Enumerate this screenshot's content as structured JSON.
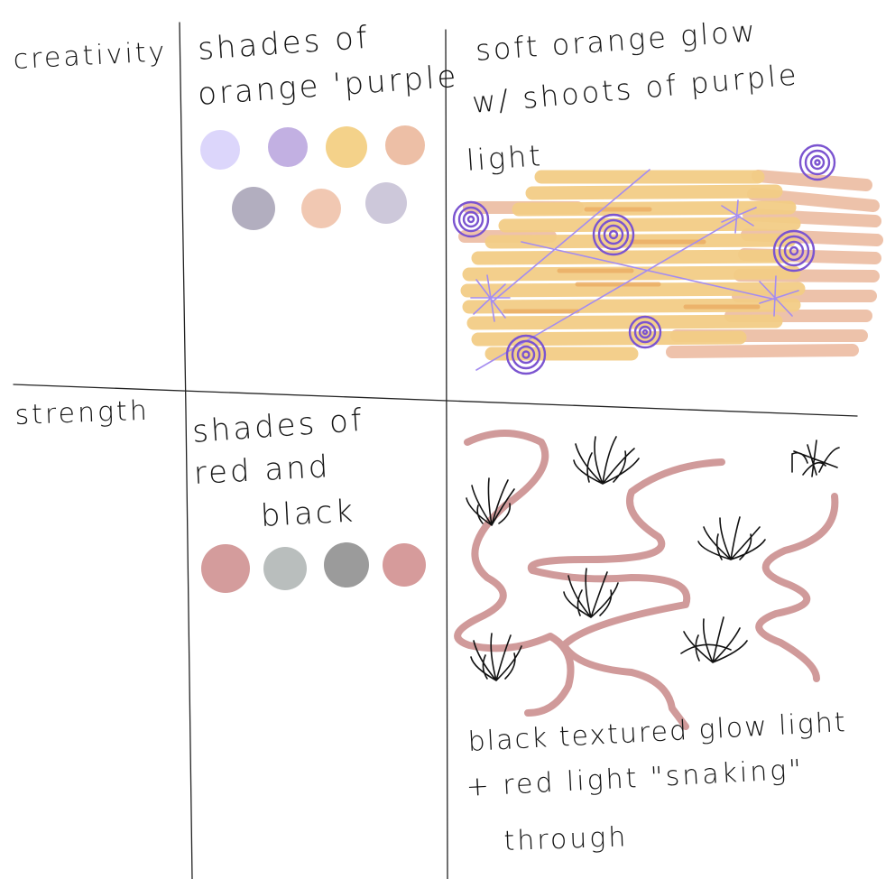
{
  "rows": [
    {
      "label": "creativity",
      "palette_text": [
        "shades of",
        "orange 'purple"
      ],
      "description": [
        "soft orange glow",
        "w/ shoots of purple",
        "light"
      ],
      "swatches": [
        {
          "color": "#dcd6fb"
        },
        {
          "color": "#c2b0e2"
        },
        {
          "color": "#f4d28a"
        },
        {
          "color": "#edbfa6"
        },
        {
          "color": "#b2aebf"
        },
        {
          "color": "#f1c8b2"
        },
        {
          "color": "#cdc8da"
        }
      ]
    },
    {
      "label": "strength",
      "palette_text": [
        "shades of",
        "red and",
        "black"
      ],
      "description": [
        "black textured glow light",
        "+ red light \"snaking\"",
        "through"
      ],
      "swatches": [
        {
          "color": "#d49c9c"
        },
        {
          "color": "#b9bebd"
        },
        {
          "color": "#9b9b9b"
        },
        {
          "color": "#d69b9b"
        }
      ]
    }
  ],
  "colors": {
    "ink": "#141414",
    "orange_glow": "#f3cd86",
    "deep_orange": "#eaa85e",
    "peach_glow": "#edbfa6",
    "purple": "#7b54d0",
    "lavender": "#a48cf0",
    "red_snake": "#d09a9a"
  }
}
